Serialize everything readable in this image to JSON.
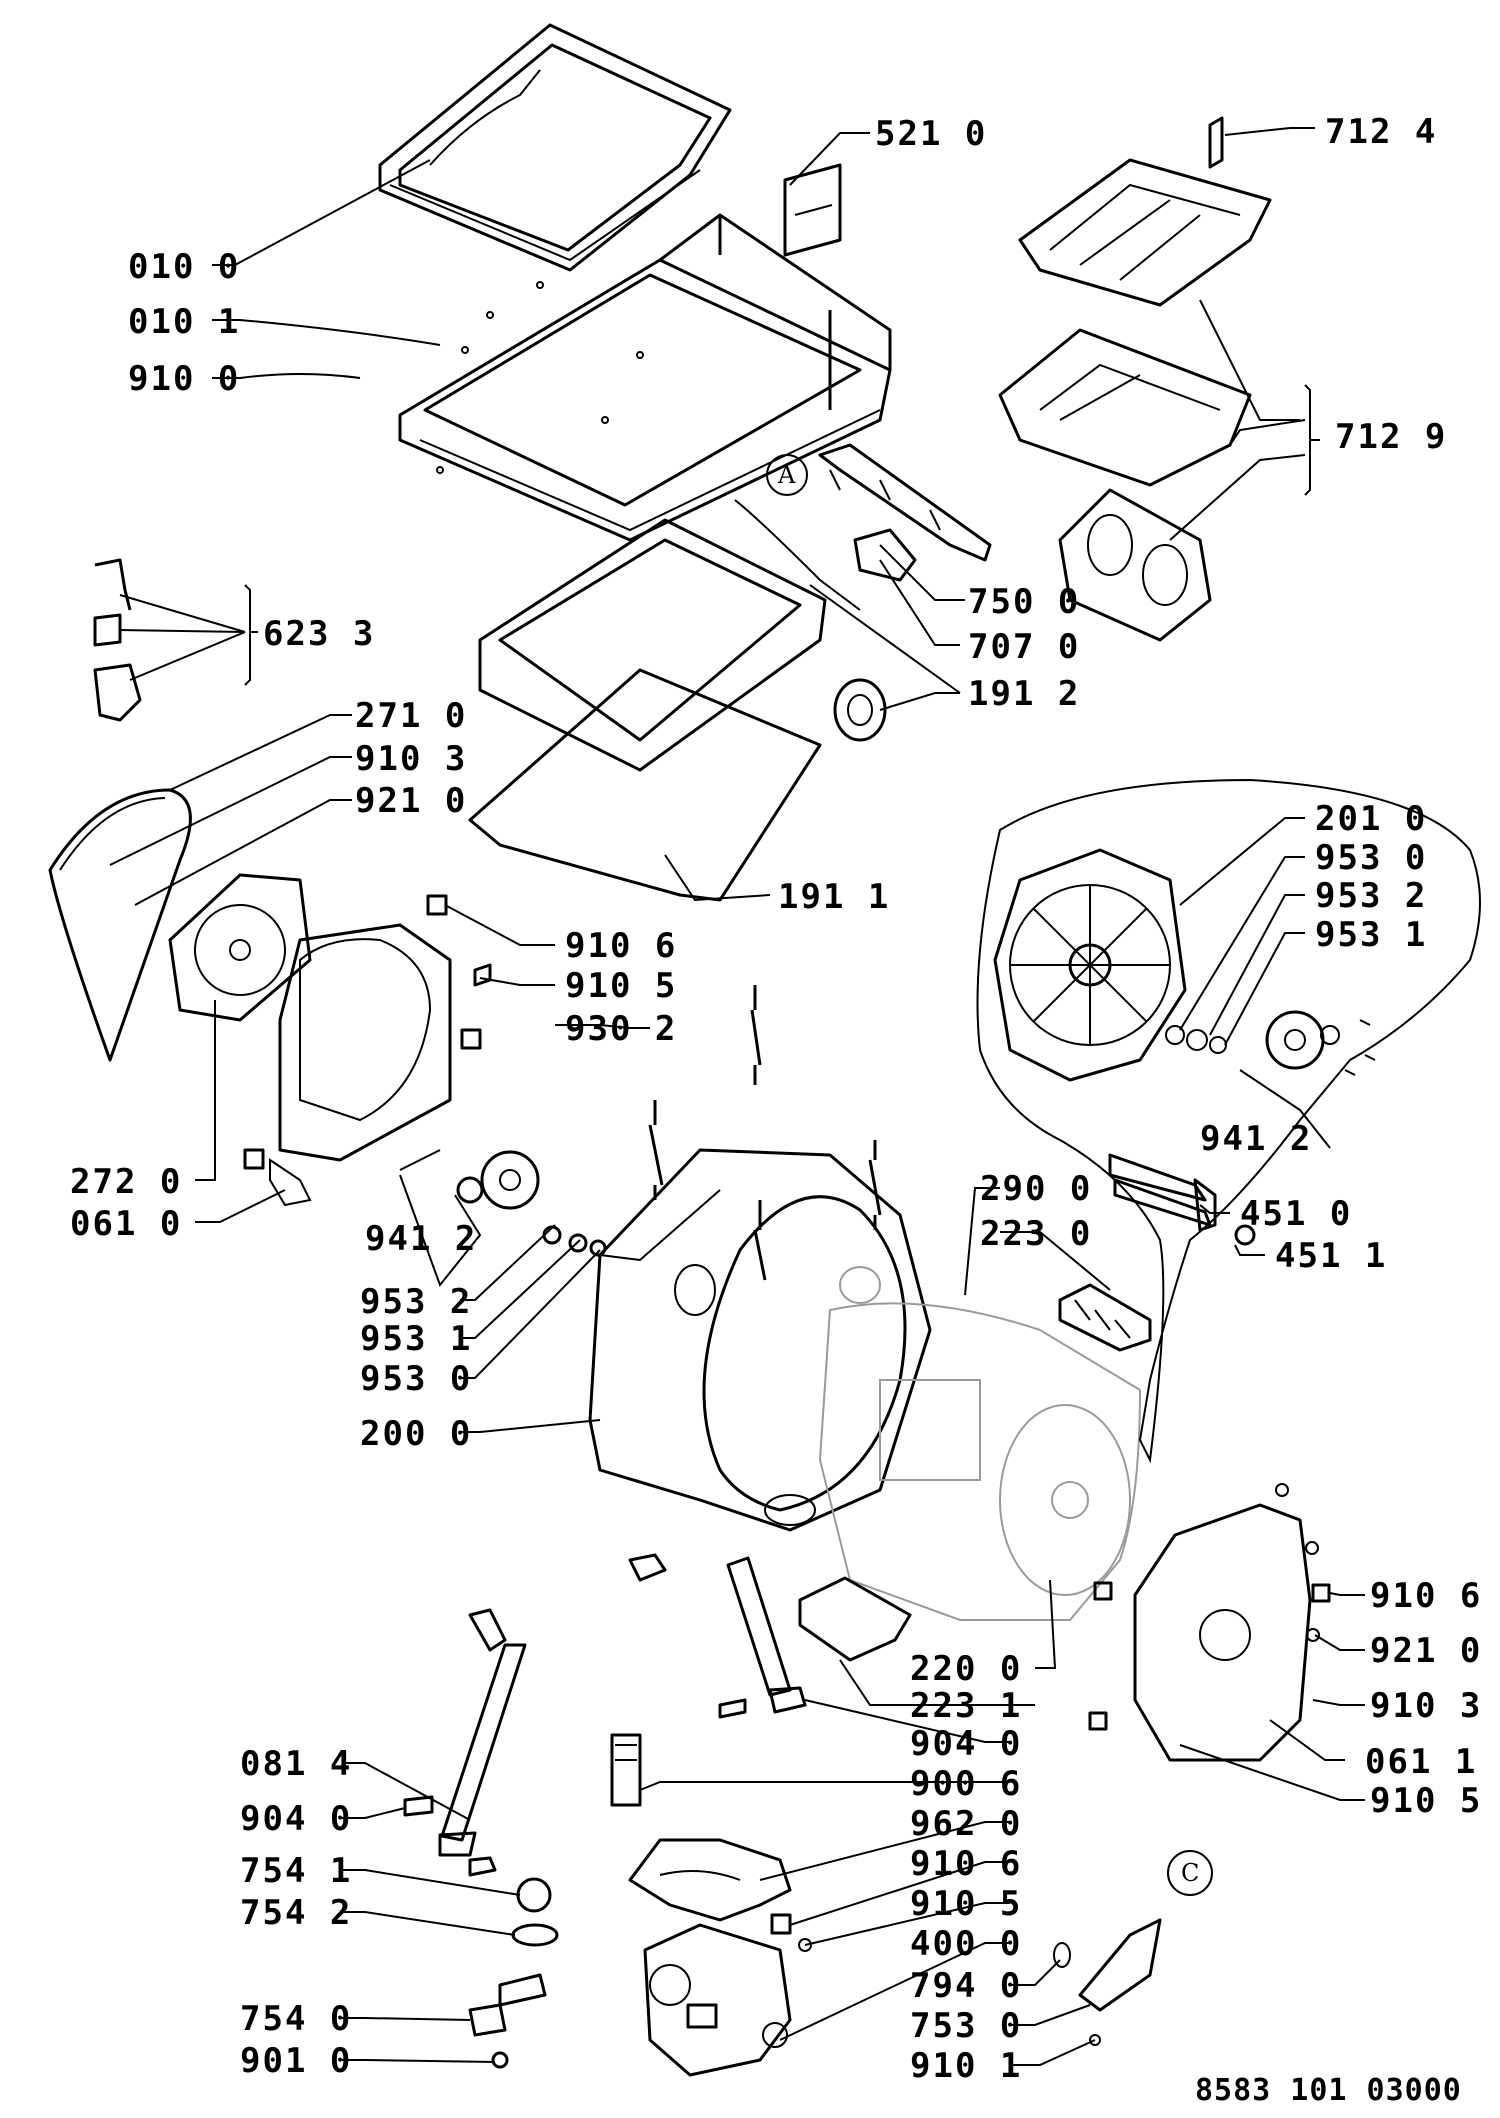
{
  "document_number": "8583 101 03000",
  "reference_markers": [
    "A",
    "C"
  ],
  "callouts": [
    {
      "id": "top-frame",
      "label": "010 0"
    },
    {
      "id": "top-cover",
      "label": "010 1"
    },
    {
      "id": "screws-top",
      "label": "910 0"
    },
    {
      "id": "label-plate",
      "label": "521 0"
    },
    {
      "id": "dispenser-pin",
      "label": "712 4"
    },
    {
      "id": "dispenser-assembly",
      "label": "712 9"
    },
    {
      "id": "door-lock-kit",
      "label": "623 3"
    },
    {
      "id": "wiring-bracket",
      "label": "750 0"
    },
    {
      "id": "control-module",
      "label": "707 0"
    },
    {
      "id": "upper-tub-ring",
      "label": "191 2"
    },
    {
      "id": "tub-gasket",
      "label": "191 1"
    },
    {
      "id": "lid-seal",
      "label": "271 0"
    },
    {
      "id": "screw-910-3",
      "label": "910 3"
    },
    {
      "id": "washer-921-0",
      "label": "921 0"
    },
    {
      "id": "bracket-910-6",
      "label": "910 6"
    },
    {
      "id": "screw-910-5",
      "label": "910 5"
    },
    {
      "id": "spring-930-2",
      "label": "930 2"
    },
    {
      "id": "drum-flange",
      "label": "272 0"
    },
    {
      "id": "side-panel-left",
      "label": "061 0"
    },
    {
      "id": "bearing-left",
      "label": "941 2"
    },
    {
      "id": "seal-953-2",
      "label": "953 2"
    },
    {
      "id": "seal-953-1",
      "label": "953 1"
    },
    {
      "id": "seal-953-0",
      "label": "953 0"
    },
    {
      "id": "tub-half",
      "label": "200 0"
    },
    {
      "id": "drum",
      "label": "290 0"
    },
    {
      "id": "heater-support",
      "label": "223 0"
    },
    {
      "id": "drum-pulley",
      "label": "201 0"
    },
    {
      "id": "inset-seal-953-0",
      "label": "953 0"
    },
    {
      "id": "inset-seal-953-2",
      "label": "953 2"
    },
    {
      "id": "inset-seal-953-1",
      "label": "953 1"
    },
    {
      "id": "inset-bearing",
      "label": "941 2"
    },
    {
      "id": "heater",
      "label": "451 0"
    },
    {
      "id": "ntc-sensor",
      "label": "451 1"
    },
    {
      "id": "side-panel-right",
      "label": "061 1"
    },
    {
      "id": "tub-assembly",
      "label": "220 0"
    },
    {
      "id": "heater-clip",
      "label": "223 1"
    },
    {
      "id": "pin-904-0-right",
      "label": "904 0"
    },
    {
      "id": "shock-absorber",
      "label": "081 4"
    },
    {
      "id": "pin-904-0-left",
      "label": "904 0"
    },
    {
      "id": "filter",
      "label": "900 6"
    },
    {
      "id": "base-plate",
      "label": "962 0"
    },
    {
      "id": "bracket-910-6-lower",
      "label": "910 6"
    },
    {
      "id": "screw-910-5-lower",
      "label": "910 5"
    },
    {
      "id": "pump",
      "label": "400 0"
    },
    {
      "id": "hose-ring",
      "label": "794 0"
    },
    {
      "id": "pressure-switch",
      "label": "753 0"
    },
    {
      "id": "screw-910-1",
      "label": "910 1"
    },
    {
      "id": "hose-754-1",
      "label": "754 1"
    },
    {
      "id": "hose-754-2",
      "label": "754 2"
    },
    {
      "id": "hose-754-0",
      "label": "754 0"
    },
    {
      "id": "clamp-901-0",
      "label": "901 0"
    },
    {
      "id": "bracket-910-6-right",
      "label": "910 6"
    },
    {
      "id": "washer-921-0-right",
      "label": "921 0"
    },
    {
      "id": "screw-910-3-right",
      "label": "910 3"
    },
    {
      "id": "screw-910-5-right",
      "label": "910 5"
    }
  ]
}
